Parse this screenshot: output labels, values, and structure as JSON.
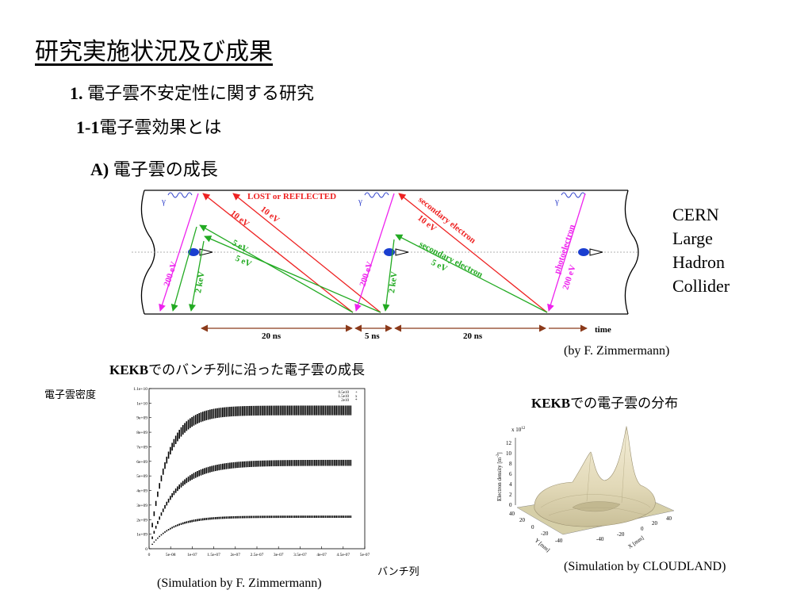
{
  "slide": {
    "title": "研究実施状況及び成果",
    "heading1": {
      "number": "1.",
      "text": " 電子雲不安定性に関する研究"
    },
    "heading2": {
      "number": "1-1",
      "text": "電子雲効果とは"
    },
    "heading3": {
      "number": "A)",
      "text": " 電子雲の成長"
    }
  },
  "pipe_diagram": {
    "labels": {
      "lost": "LOST or REFLECTED",
      "ten_ev_1": "10 eV",
      "ten_ev_2": "10 eV",
      "five_ev_1": "5 eV",
      "five_ev_2": "5 eV",
      "two_hundred_ev_1": "200 eV",
      "two_kev_1": "2 keV",
      "two_hundred_ev_2": "200 eV",
      "two_kev_2": "2 keV",
      "secondary_electron_red": "secondary electron",
      "ten_ev_3": "10 eV",
      "secondary_electron_green": "secondary electron",
      "five_ev_3": "5 eV",
      "photoelectron": "photoelectron",
      "two_hundred_ev_3": "200 eV",
      "gamma": "γ"
    },
    "timeline": {
      "segments": [
        "20 ns",
        "5 ns",
        "20 ns"
      ],
      "axis_label": "time"
    },
    "credit": "(by F. Zimmermann)",
    "colors": {
      "red": "#ee2222",
      "green": "#22aa22",
      "magenta": "#ee22ee",
      "brown": "#8b3a1a",
      "bunch": "#1a3ed0"
    }
  },
  "cern_label": [
    "CERN",
    "Large",
    "Hadron",
    "Collider"
  ],
  "left_chart": {
    "caption": "KEKBでのバンチ列に沿った電子雲の成長",
    "ylabel": "電子雲密度",
    "xlabel": "バンチ列",
    "credit": "(Simulation by F. Zimmermann)",
    "legend": [
      "0.5e10",
      "1.5e10",
      "2e10"
    ]
  },
  "chart_data": {
    "type": "scatter",
    "title": "",
    "xlabel": "バンチ列",
    "ylabel": "電子雲密度",
    "xlim": [
      0,
      5e-07
    ],
    "ylim": [
      0,
      11000000000.0
    ],
    "x_ticks": [
      "0",
      "5e-08",
      "1e-07",
      "1.5e-07",
      "2e-07",
      "2.5e-07",
      "3e-07",
      "3.5e-07",
      "4e-07",
      "4.5e-07",
      "5e-07"
    ],
    "y_ticks": [
      "0",
      "1e+09",
      "2e+09",
      "3e+09",
      "4e+09",
      "5e+09",
      "6e+09",
      "7e+09",
      "8e+09",
      "9e+09",
      "1e+10",
      "1.1e+10"
    ],
    "series": [
      {
        "name": "0.5e10",
        "saturation": 2200000000.0,
        "rise_time": 5e-08
      },
      {
        "name": "1.5e10",
        "saturation": 5900000000.0,
        "rise_time": 5.5e-08
      },
      {
        "name": "2e10",
        "saturation": 9500000000.0,
        "rise_time": 4e-08
      }
    ]
  },
  "right_plot": {
    "caption": "KEKBでの電子雲の分布",
    "exponent": "x 10",
    "exponent_power": "12",
    "zlabel": "Electron density [m",
    "zlabel_power": "-3",
    "zlabel_end": "]",
    "z_ticks": [
      "12",
      "10",
      "8",
      "6",
      "4",
      "2",
      "0"
    ],
    "y_axis": "Y [mm]",
    "x_axis": "X [mm]",
    "y_ticks": [
      "40",
      "20",
      "0",
      "-20",
      "-40"
    ],
    "x_ticks": [
      "-40",
      "-20",
      "0",
      "20",
      "40"
    ],
    "credit": "(Simulation by CLOUDLAND)"
  }
}
